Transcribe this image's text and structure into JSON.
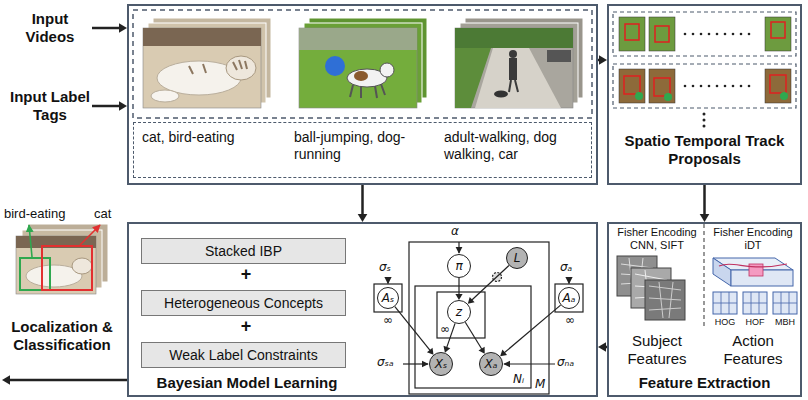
{
  "diagram": {
    "nodes": [
      {
        "text": [
          "Input Videos"
        ]
      },
      {
        "text": [
          "Input Label Tags"
        ]
      },
      {
        "text": []
      },
      {
        "text": [
          "cat, bird-eating",
          "ball-jumping, dog-running",
          "adult-walking, dog walking, car"
        ],
        "in": 2
      },
      {
        "text": [
          "Spatio Temporal Track Proposals"
        ]
      },
      {
        "text": [
          "Fisher Encoding CNN, SIFT",
          "Fisher Encoding iDT",
          "Subject Features",
          "Action Features",
          "Feature Extraction"
        ]
      },
      {
        "text": [
          "Bayesian Model Learning"
        ]
      },
      {
        "text": [
          "Stacked IBP"
        ],
        "in": 6
      },
      {
        "text": [
          "Heterogeneous Concepts"
        ],
        "in": 6
      },
      {
        "text": [
          "Weak Label Constraints"
        ],
        "in": 6
      },
      {
        "text": [
          "π"
        ],
        "in": 6
      },
      {
        "text": [
          "z"
        ],
        "in": 6
      },
      {
        "text": [
          "L"
        ],
        "in": 6
      },
      {
        "text": [
          "Aₛ"
        ],
        "in": 6
      },
      {
        "text": [
          "Aₐ"
        ],
        "in": 6
      },
      {
        "text": [
          "Xₛ"
        ],
        "in": 6
      },
      {
        "text": [
          "Xₐ"
        ],
        "in": 6
      },
      {
        "text": [
          "Localization & Classification"
        ]
      }
    ],
    "edges": [
      {
        "from": 0,
        "to": 2,
        "arrow": "to"
      },
      {
        "from": 1,
        "to": 2,
        "arrow": "to"
      },
      {
        "from": 2,
        "to": 4,
        "arrow": "to"
      },
      {
        "from": 2,
        "to": 6,
        "arrow": "to"
      },
      {
        "from": 4,
        "to": 5,
        "arrow": "to"
      },
      {
        "from": 5,
        "to": 6,
        "arrow": "to"
      },
      {
        "from": 6,
        "to": 17,
        "arrow": "to"
      },
      {
        "from": 10,
        "to": 11,
        "arrow": "to"
      },
      {
        "from": 12,
        "to": 11,
        "arrow": "to"
      },
      {
        "from": 11,
        "to": 15,
        "arrow": "to"
      },
      {
        "from": 11,
        "to": 16,
        "arrow": "to"
      },
      {
        "from": 13,
        "to": 15,
        "arrow": "to"
      },
      {
        "from": 14,
        "to": 16,
        "arrow": "to"
      }
    ],
    "labels": [
      "+",
      "+",
      "α",
      "σₛ",
      "σₐ",
      "σₛₐ",
      "σₙₐ",
      "∞",
      "∞",
      "∞",
      "Nᵢ",
      "M",
      "HOG",
      "HOF",
      "MBH",
      "bird-eating",
      "cat"
    ]
  }
}
